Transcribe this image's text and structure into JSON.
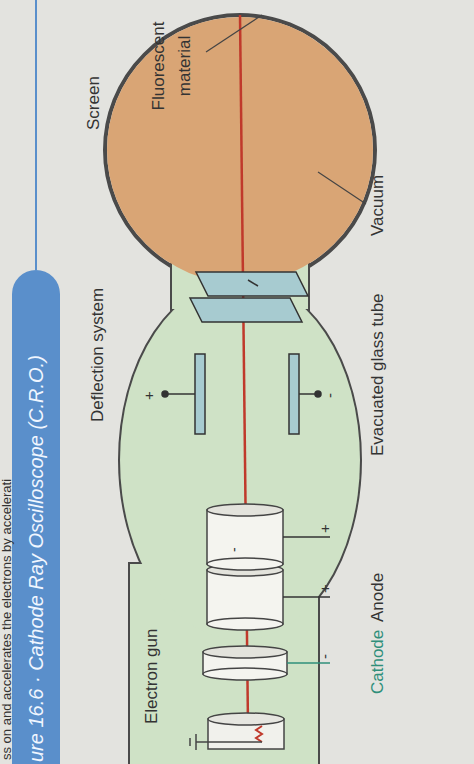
{
  "diagram": {
    "nodes": [
      {
        "text": [
          "ure 16.6 · Cathode Ray Oscilloscope (C.R.O.)"
        ]
      }
    ],
    "labels": [
      "ss on and accelerates the electrons by accelerati",
      "Electron gun",
      "Deflection system",
      "Screen",
      "Fluorescent material",
      "+",
      "-",
      "-",
      "+",
      "+",
      "-",
      "Cathode",
      "Anode",
      "Evacuated glass tube",
      "Vacuum"
    ]
  }
}
